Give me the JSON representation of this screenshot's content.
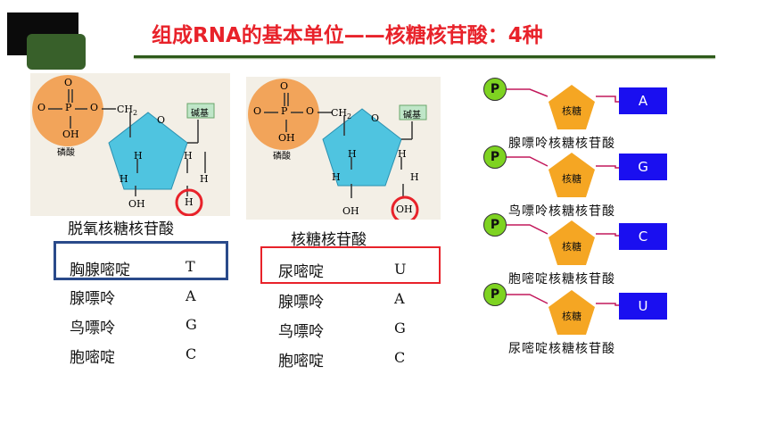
{
  "title": "组成RNA的基本单位——核糖核苷酸：4种",
  "diagram_left": {
    "phosphate_label": "磷酸",
    "base_label": "碱基",
    "ch2": "CH",
    "ch2_sub": "2",
    "o": "O",
    "oh": "OH",
    "h": "H",
    "o_minus": "O",
    "p": "P",
    "caption": "脱氧核糖核苷酸"
  },
  "diagram_right": {
    "phosphate_label": "磷酸",
    "base_label": "碱基",
    "caption": "核糖核苷酸"
  },
  "dna_bases": [
    {
      "name": "胸腺嘧啶",
      "letter": "T"
    },
    {
      "name": "腺嘌呤",
      "letter": "A"
    },
    {
      "name": "鸟嘌呤",
      "letter": "G"
    },
    {
      "name": "胞嘧啶",
      "letter": "C"
    }
  ],
  "rna_bases": [
    {
      "name": "尿嘧啶",
      "letter": "U"
    },
    {
      "name": "腺嘌呤",
      "letter": "A"
    },
    {
      "name": "鸟嘌呤",
      "letter": "G"
    },
    {
      "name": "胞嘧啶",
      "letter": "C"
    }
  ],
  "nucleotides": [
    {
      "p": "P",
      "sugar": "核糖",
      "base": "A",
      "label": "腺嘌呤核糖核苷酸"
    },
    {
      "p": "P",
      "sugar": "核糖",
      "base": "G",
      "label": "鸟嘌呤核糖核苷酸"
    },
    {
      "p": "P",
      "sugar": "核糖",
      "base": "C",
      "label": "胞嘧啶核糖核苷酸"
    },
    {
      "p": "P",
      "sugar": "核糖",
      "base": "U",
      "label": "尿嘧啶核糖核苷酸"
    }
  ],
  "colors": {
    "title": "#e8222a",
    "dark_block": "#0b0b0b",
    "green_block": "#38602a",
    "divider": "#2e5a1a",
    "blue_frame": "#2a4a8a",
    "red_frame": "#e8222a",
    "base_box": "#1a0ff0",
    "phosphate_circle": "#7ed321",
    "pentagon": "#f5a623",
    "connector": "#c2185b"
  }
}
